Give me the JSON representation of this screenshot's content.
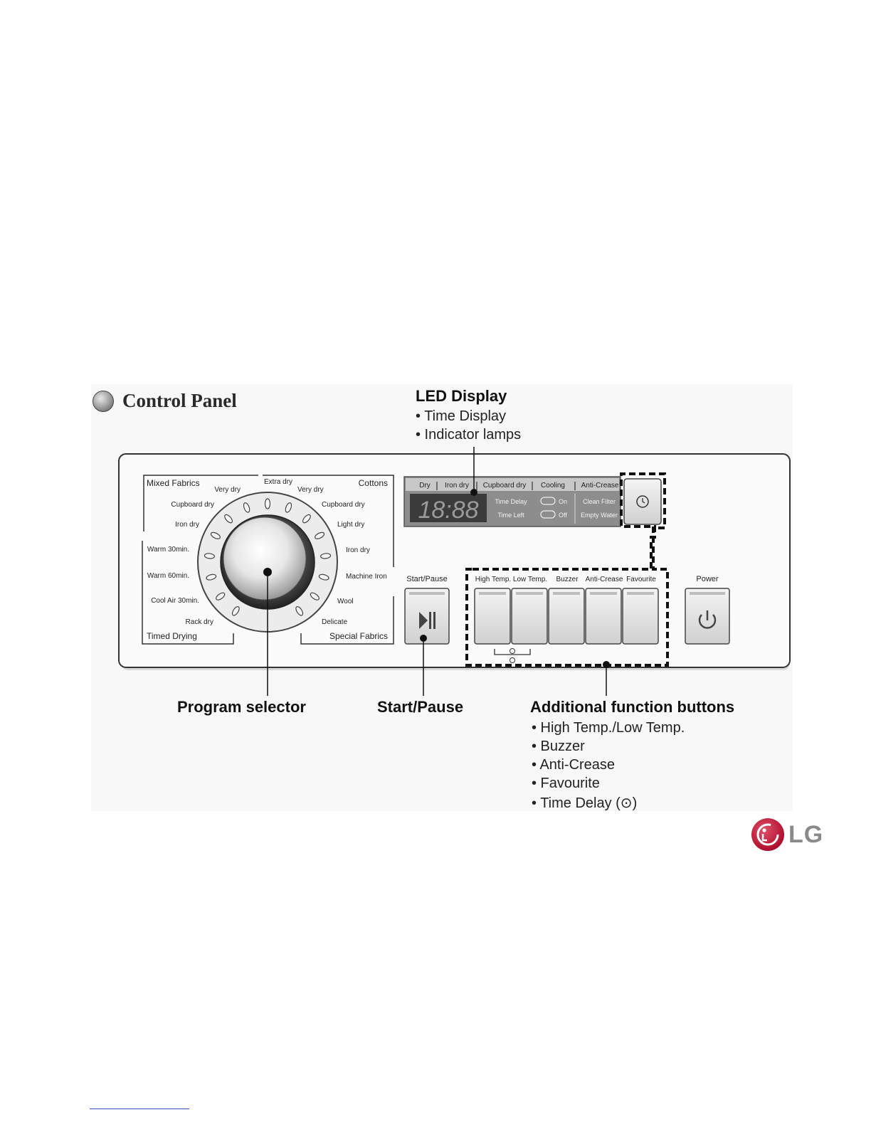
{
  "heading": {
    "title": "Control Panel"
  },
  "callouts": {
    "led": {
      "title": "LED Display",
      "items": [
        "• Time Display",
        "• Indicator lamps"
      ]
    },
    "program": {
      "title": "Program selector"
    },
    "start": {
      "title": "Start/Pause"
    },
    "additional": {
      "title": "Additional function buttons",
      "items": [
        "• High Temp./Low Temp.",
        "• Buzzer",
        "• Anti-Crease",
        "• Favourite",
        "• Time Delay (⊙)"
      ]
    }
  },
  "panel": {
    "dial_groups": {
      "top_left": "Mixed Fabrics",
      "top_right": "Cottons",
      "bottom_left": "Timed Drying",
      "bottom_right": "Special Fabrics"
    },
    "dial_programs_left": [
      "Very dry",
      "Cupboard dry",
      "Iron dry",
      "Warm 30min.",
      "Warm 60min.",
      "Cool Air 30min.",
      "Rack dry"
    ],
    "dial_program_top": "Extra dry",
    "dial_programs_right": [
      "Very dry",
      "Cupboard dry",
      "Light dry",
      "Iron dry",
      "Machine Iron",
      "Wool",
      "Delicate"
    ],
    "led_indicators": [
      "Dry",
      "Iron dry",
      "Cupboard dry",
      "Cooling",
      "Anti-Crease"
    ],
    "led_time": "18:88",
    "led_time_delay": "Time Delay",
    "led_time_left": "Time Left",
    "led_on": "On",
    "led_off": "Off",
    "led_clean_filter": "Clean Filter",
    "led_empty_water": "Empty Water",
    "start_pause_label": "Start/Pause",
    "function_buttons": [
      "High Temp.",
      "Low Temp.",
      "Buzzer",
      "Anti-Crease",
      "Favourite"
    ],
    "power_label": "Power"
  },
  "logo": {
    "text": "LG"
  }
}
